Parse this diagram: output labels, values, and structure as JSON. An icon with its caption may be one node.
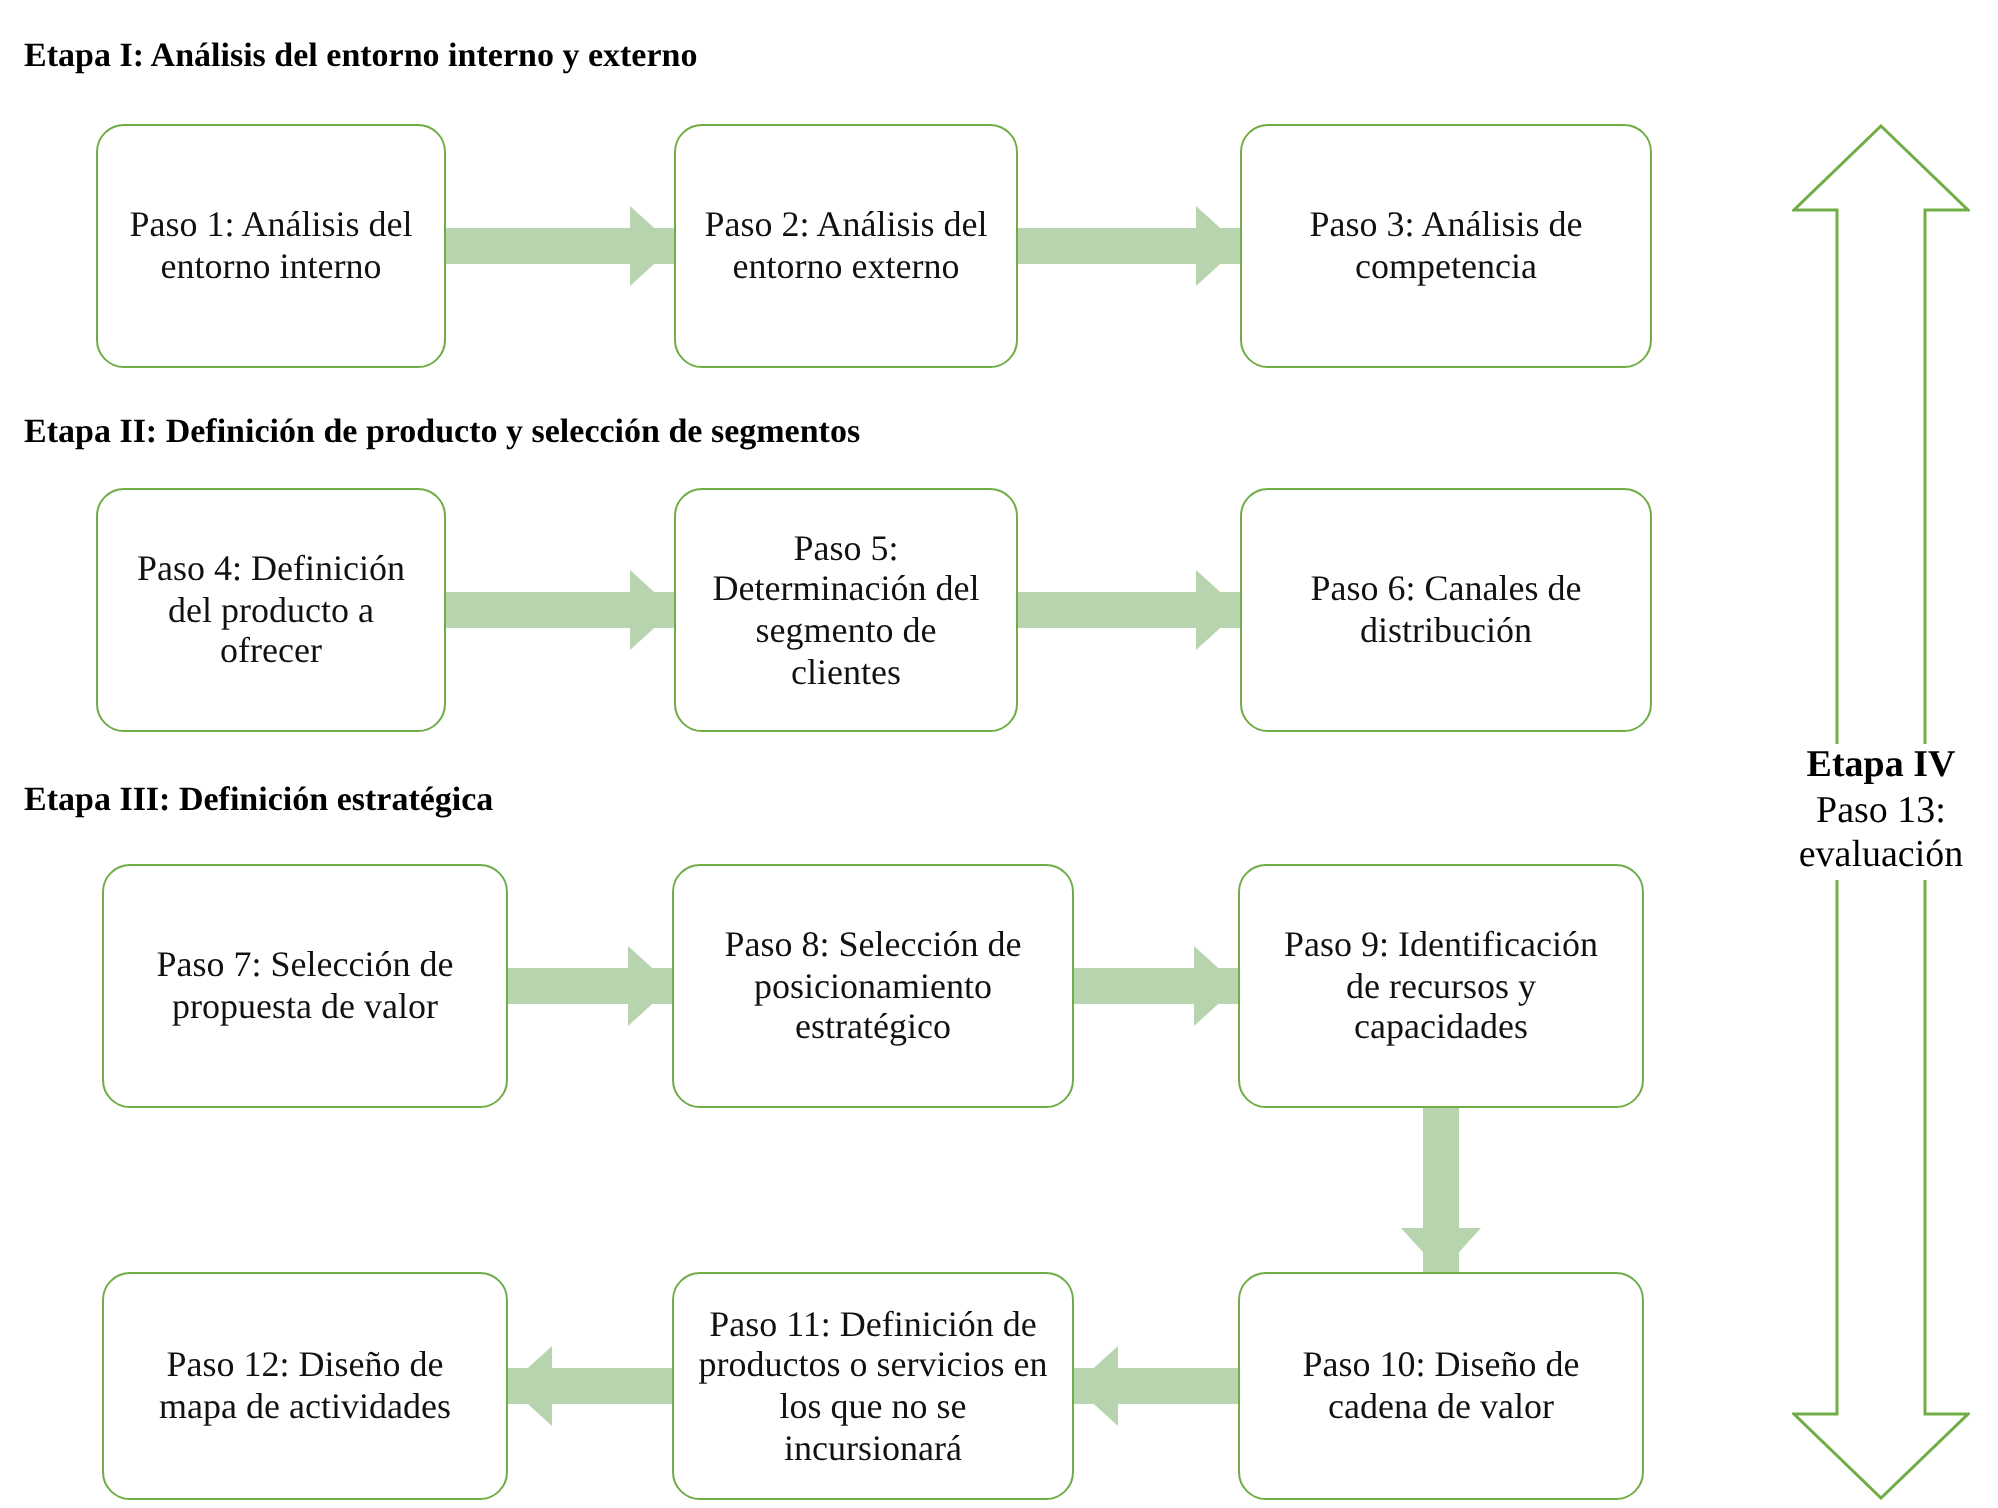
{
  "diagram": {
    "nodes": [
      {
        "text": [
          "Paso 1: Análisis del entorno interno"
        ]
      },
      {
        "text": [
          "Paso 2: Análisis del entorno externo"
        ]
      },
      {
        "text": [
          "Paso 3: Análisis de competencia"
        ]
      },
      {
        "text": [
          "Paso 4: Definición del producto a ofrecer"
        ]
      },
      {
        "text": [
          "Paso 5: Determinación del segmento de clientes"
        ]
      },
      {
        "text": [
          "Paso 6: Canales de distribución"
        ]
      },
      {
        "text": [
          "Paso 7: Selección de propuesta de valor"
        ]
      },
      {
        "text": [
          "Paso 8: Selección de posicionamiento estratégico"
        ]
      },
      {
        "text": [
          "Paso 9: Identificación de recursos y capacidades"
        ]
      },
      {
        "text": [
          "Paso 10: Diseño de cadena de valor"
        ]
      },
      {
        "text": [
          "Paso 11: Definición de productos o servicios en los que no se incursionará"
        ]
      },
      {
        "text": [
          "Paso 12: Diseño de mapa de actividades"
        ]
      },
      {
        "text": [
          "Etapa IV",
          "Paso 13: evaluación"
        ]
      }
    ],
    "edges": [
      {
        "from": 0,
        "to": 1,
        "arrow": "to"
      },
      {
        "from": 1,
        "to": 2,
        "arrow": "to"
      },
      {
        "from": 3,
        "to": 4,
        "arrow": "to"
      },
      {
        "from": 4,
        "to": 5,
        "arrow": "to"
      },
      {
        "from": 6,
        "to": 7,
        "arrow": "to"
      },
      {
        "from": 7,
        "to": 8,
        "arrow": "to"
      },
      {
        "from": 8,
        "to": 9,
        "arrow": "to"
      },
      {
        "from": 9,
        "to": 10,
        "arrow": "to"
      },
      {
        "from": 10,
        "to": 11,
        "arrow": "to"
      }
    ],
    "labels": [
      "Etapa I: Análisis del entorno interno y externo",
      "Etapa II: Definición de producto y selección de segmentos",
      "Etapa III: Definición estratégica"
    ]
  }
}
